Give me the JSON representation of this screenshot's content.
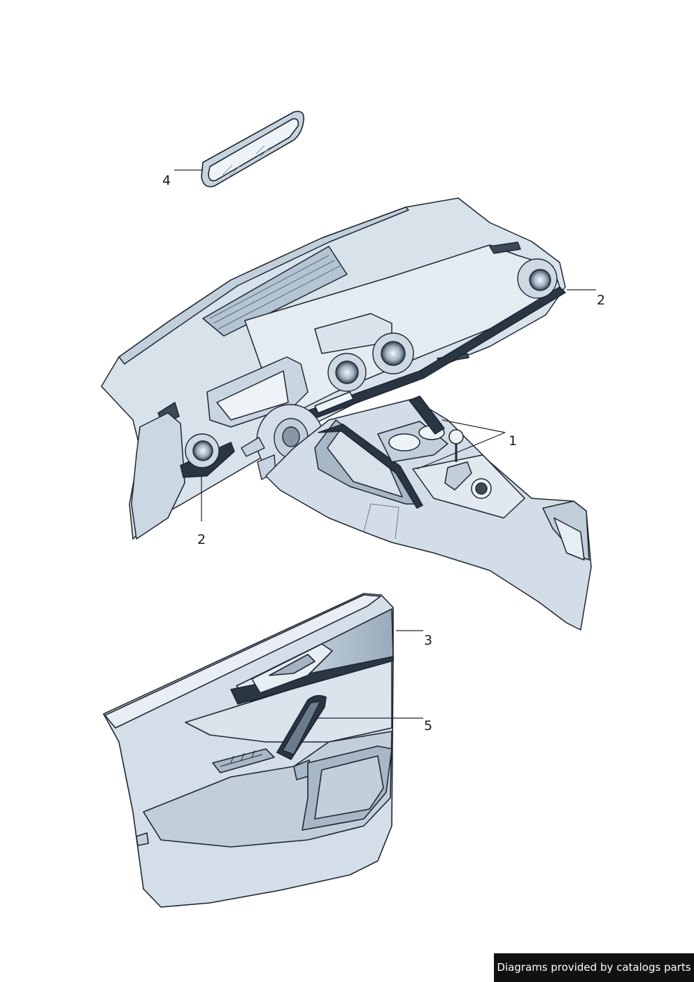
{
  "diagram": {
    "callouts": [
      {
        "id": "1",
        "label": "1"
      },
      {
        "id": "2-right",
        "label": "2"
      },
      {
        "id": "2-left",
        "label": "2"
      },
      {
        "id": "3",
        "label": "3"
      },
      {
        "id": "4",
        "label": "4"
      },
      {
        "id": "5",
        "label": "5"
      }
    ],
    "parts": [
      {
        "id": "rearview-mirror"
      },
      {
        "id": "dashboard"
      },
      {
        "id": "center-console"
      },
      {
        "id": "door-panel"
      }
    ]
  },
  "footer": {
    "credit": "Diagrams provided by catalogs parts"
  },
  "colors": {
    "part_fill": "#d6e0ea",
    "part_fill_dark": "#b9c8d6",
    "highlight_trim": "#2a3644",
    "trim_panel": "#a3b3c2",
    "outline": "#1e2730",
    "credit_bg": "#111111",
    "credit_text": "#ffffff"
  }
}
